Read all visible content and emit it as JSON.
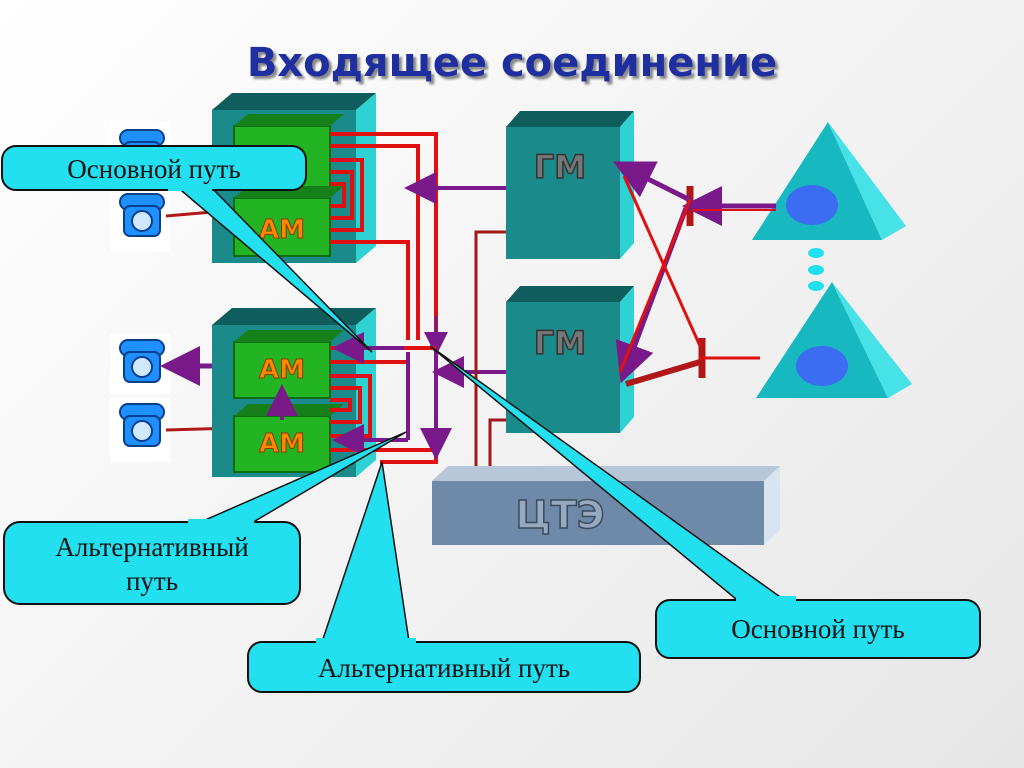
{
  "title": "Входящее соединение",
  "blocks": {
    "am_label": "AM",
    "gm_label": "ГМ",
    "cte_label": "ЦТЭ"
  },
  "callouts": [
    {
      "id": "main-path-top",
      "lines": [
        "Основной путь"
      ]
    },
    {
      "id": "alt-path-left",
      "lines": [
        "Альтернативный",
        "путь"
      ]
    },
    {
      "id": "alt-path-bottom",
      "lines": [
        "Альтернативный путь"
      ]
    },
    {
      "id": "main-path-right",
      "lines": [
        "Основной путь"
      ]
    }
  ],
  "colors": {
    "title": "#1f2fa0",
    "module_face": "#1a8a8a",
    "module_top": "#0f5d5d",
    "module_side": "#2fd2d2",
    "am_face": "#22b422",
    "am_label": "#ff8800",
    "callout_fill": "#22e0f0",
    "main_path": "#e01010",
    "alt_path": "#7a1a8a",
    "cte_face": "#6f8aa8",
    "cte_top": "#b7c7d9"
  },
  "icons": [
    "telephone-icon",
    "triangle-node-icon"
  ]
}
